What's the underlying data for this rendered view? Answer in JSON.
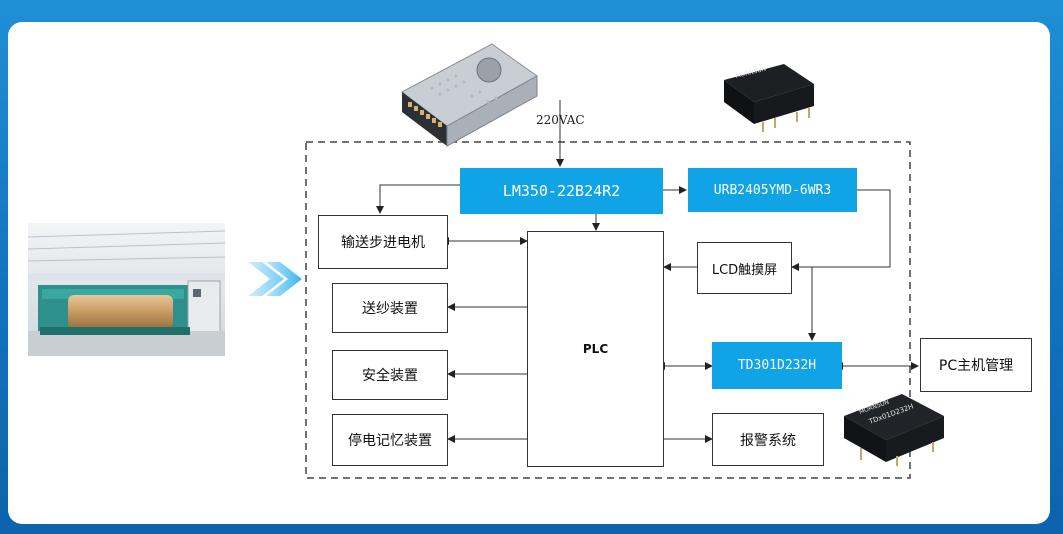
{
  "diagram": {
    "voltage_label": "220VAC",
    "power_supply": "LM350-22B24R2",
    "dcdc_converter": "URB2405YMD-6WR3",
    "controller": "PLC",
    "lcd": "LCD触摸屏",
    "transceiver": "TD301D232H",
    "pc": "PC主机管理",
    "alarm": "报警系统",
    "outputs": [
      "输送步进电机",
      "送纱装置",
      "安全装置",
      "停电记忆装置"
    ],
    "chip_marking": "TDx01D232H",
    "brand_marking": "MORNSUN"
  },
  "colors": {
    "accent": "#10a3e6",
    "background": "#1478c4"
  }
}
